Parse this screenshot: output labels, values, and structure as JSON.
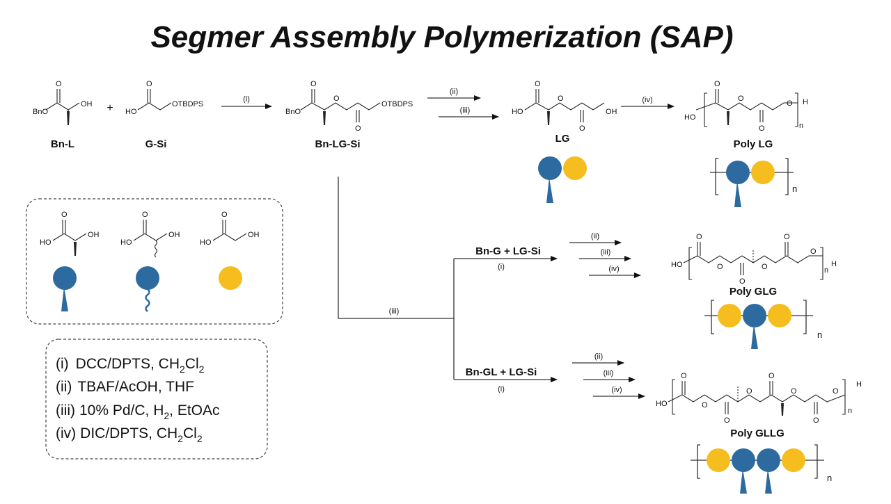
{
  "title": "Segmer Assembly Polymerization (SAP)",
  "colors": {
    "lactic": "#2c6aa0",
    "glycolic": "#f5be1e",
    "ink": "#111111"
  },
  "compounds": {
    "bn_l": {
      "name": "Bn-L",
      "bno": "BnO",
      "o": "O",
      "oh": "OH"
    },
    "plus": "+",
    "g_si": {
      "name": "G-Si",
      "ho": "HO",
      "o": "O",
      "otbdps": "OTBDPS"
    },
    "bn_lg_si": {
      "name": "Bn-LG-Si",
      "bno": "BnO",
      "o": "O",
      "otbdps": "OTBDPS"
    },
    "lg": {
      "name": "LG",
      "ho": "HO",
      "o": "O",
      "oh": "OH"
    },
    "poly_lg": {
      "name": "Poly LG",
      "ho": "HO",
      "o": "O",
      "h": "H",
      "n": "n"
    },
    "poly_glg": {
      "name": "Poly GLG",
      "ho": "HO",
      "o": "O",
      "h": "H",
      "n": "n"
    },
    "poly_gllg": {
      "name": "Poly GLLG",
      "ho": "HO",
      "o": "O",
      "h": "H",
      "n": "n"
    }
  },
  "reagent_marks": {
    "i": "(i)",
    "ii": "(ii)",
    "iii": "(iii)",
    "iv": "(iv)"
  },
  "branches": {
    "bn_g_lg_si": "Bn-G + LG-Si",
    "bn_gl_lg_si": "Bn-GL + LG-Si"
  },
  "monomers": {
    "ho": "HO",
    "oh": "OH",
    "o": "O"
  },
  "conditions": [
    {
      "mark": "(i)",
      "text": "DCC/DPTS, CH",
      "sub": "2",
      "tail": "Cl",
      "sub2": "2",
      "end": ""
    },
    {
      "mark": "(ii)",
      "text": "TBAF/AcOH, THF",
      "sub": "",
      "tail": "",
      "sub2": "",
      "end": ""
    },
    {
      "mark": "(iii)",
      "text": "10% Pd/C, H",
      "sub": "2",
      "tail": ", EtOAc",
      "sub2": "",
      "end": ""
    },
    {
      "mark": "(iv)",
      "text": "DIC/DPTS, CH",
      "sub": "2",
      "tail": "Cl",
      "sub2": "2",
      "end": ""
    }
  ],
  "subscript_n": "n"
}
